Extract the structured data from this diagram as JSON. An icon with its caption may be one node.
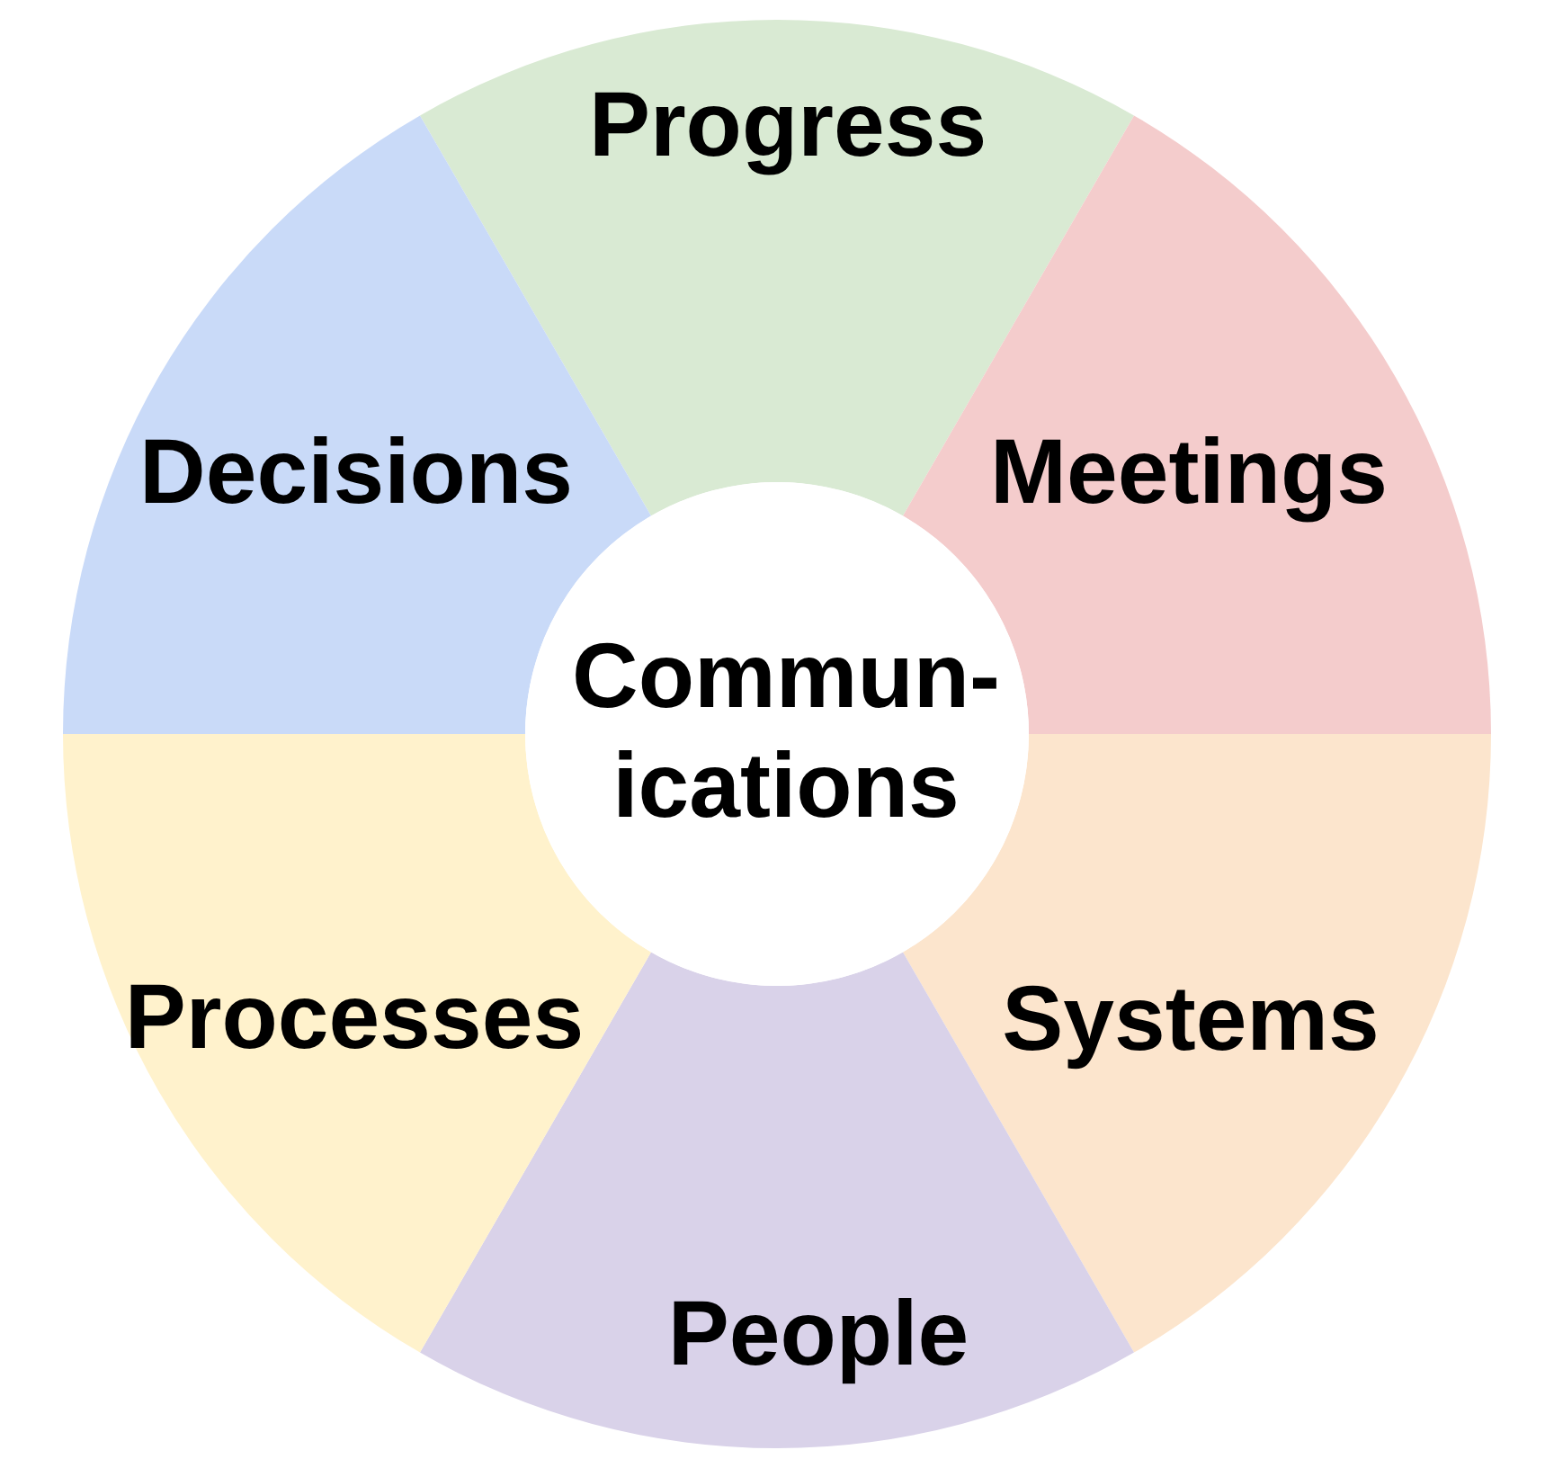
{
  "diagram": {
    "nodes": [
      {
        "text": [
          "Commun- ications"
        ]
      },
      {
        "text": [
          "Progress"
        ]
      },
      {
        "text": [
          "Meetings"
        ]
      },
      {
        "text": [
          "Systems"
        ]
      },
      {
        "text": [
          "People"
        ]
      },
      {
        "text": [
          "Processes"
        ]
      },
      {
        "text": [
          "Decisions"
        ]
      }
    ]
  }
}
